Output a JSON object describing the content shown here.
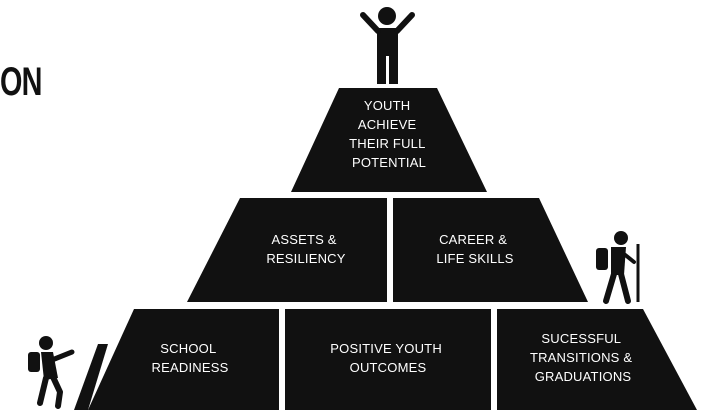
{
  "heading_fragment": "ON",
  "colors": {
    "ink": "#111111",
    "label": "#ffffff",
    "background": "#ffffff"
  },
  "pyramid": {
    "top": {
      "lines": [
        "YOUTH",
        "ACHIEVE",
        "THEIR FULL",
        "POTENTIAL"
      ]
    },
    "middle": [
      {
        "lines": [
          "ASSETS &",
          "RESILIENCY"
        ]
      },
      {
        "lines": [
          "CAREER &",
          "LIFE SKILLS"
        ]
      }
    ],
    "bottom": [
      {
        "lines": [
          "SCHOOL",
          "READINESS"
        ]
      },
      {
        "lines": [
          "POSITIVE YOUTH",
          "OUTCOMES"
        ]
      },
      {
        "lines": [
          "SUCESSFUL",
          "TRANSITIONS &",
          "GRADUATIONS"
        ]
      }
    ]
  },
  "figures": {
    "summit": "person-arms-raised-icon",
    "middle_right": "hiker-with-walking-stick-icon",
    "bottom_left": "climber-icon"
  }
}
